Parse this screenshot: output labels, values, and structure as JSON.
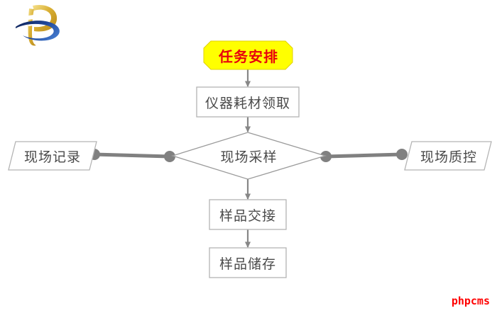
{
  "diagram": {
    "type": "flowchart",
    "title_text": "",
    "orientation": "top-to-bottom",
    "colors": {
      "start_fill": "#ffff00",
      "start_text": "#e8000d",
      "node_fill": "#ffffff",
      "node_border": "#b4b4b4",
      "node_text": "#4a4a4a",
      "connector": "#808080",
      "connector_dot": "#808080",
      "watermark": "#ff0000",
      "logo_gold": "#d9b23c",
      "logo_blue": "#1f3f8f"
    },
    "nodes": [
      {
        "id": "task-arrangement",
        "label": "任务安排",
        "shape": "octagon",
        "fill": "#ffff00",
        "text_color": "#e8000d"
      },
      {
        "id": "instrument-consumable-collection",
        "label": "仪器耗材领取",
        "shape": "rectangle",
        "fill": "#ffffff",
        "text_color": "#4a4a4a"
      },
      {
        "id": "on-site-sampling",
        "label": "现场采样",
        "shape": "diamond",
        "fill": "#ffffff",
        "text_color": "#4a4a4a"
      },
      {
        "id": "on-site-record",
        "label": "现场记录",
        "shape": "parallelogram",
        "fill": "#ffffff",
        "text_color": "#4a4a4a"
      },
      {
        "id": "on-site-quality-control",
        "label": "现场质控",
        "shape": "parallelogram",
        "fill": "#ffffff",
        "text_color": "#4a4a4a"
      },
      {
        "id": "sample-handover",
        "label": "样品交接",
        "shape": "rectangle",
        "fill": "#ffffff",
        "text_color": "#4a4a4a"
      },
      {
        "id": "sample-storage",
        "label": "样品储存",
        "shape": "rectangle",
        "fill": "#ffffff",
        "text_color": "#4a4a4a"
      }
    ],
    "edges": [
      {
        "from": "task-arrangement",
        "to": "instrument-consumable-collection",
        "style": "arrow",
        "direction": "down"
      },
      {
        "from": "instrument-consumable-collection",
        "to": "on-site-sampling",
        "style": "arrow",
        "direction": "down"
      },
      {
        "from": "on-site-sampling",
        "to": "on-site-record",
        "style": "line-with-dots",
        "direction": "left"
      },
      {
        "from": "on-site-sampling",
        "to": "on-site-quality-control",
        "style": "line-with-dots",
        "direction": "right"
      },
      {
        "from": "on-site-sampling",
        "to": "sample-handover",
        "style": "arrow",
        "direction": "down"
      },
      {
        "from": "sample-handover",
        "to": "sample-storage",
        "style": "arrow",
        "direction": "down"
      }
    ]
  },
  "watermark": {
    "text": "phpcms"
  },
  "logo": {
    "name": "company-logo"
  }
}
